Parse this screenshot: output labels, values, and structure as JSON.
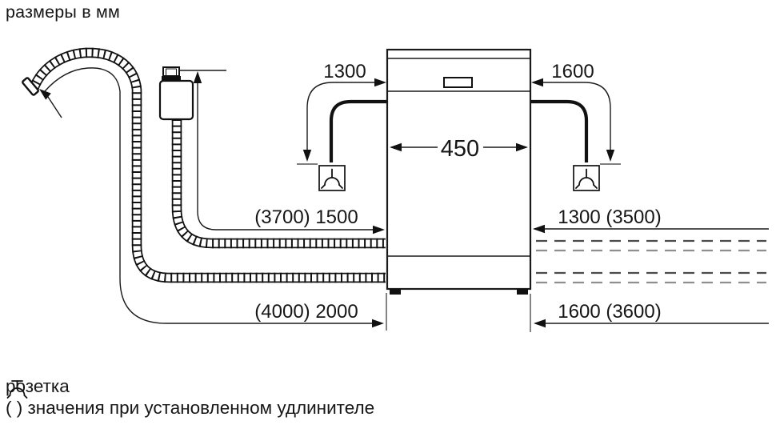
{
  "title": "размеры в мм",
  "dimensions": {
    "cord_left": "1300",
    "cord_right": "1600",
    "appliance_width": "450",
    "left_upper": "(3700) 1500",
    "right_upper": "1300 (3500)",
    "left_lower": "(4000) 2000",
    "right_lower": "1600 (3600)"
  },
  "legend": {
    "socket_label": "розетка",
    "brackets_note": "( ) значения при установленном удлинителе"
  },
  "icons": {
    "socket": "socket-icon"
  },
  "colors": {
    "line": "#1a1a1a",
    "dash_dark": "#4b4b4b",
    "dash_light": "#8f8f8f",
    "background": "#ffffff"
  }
}
